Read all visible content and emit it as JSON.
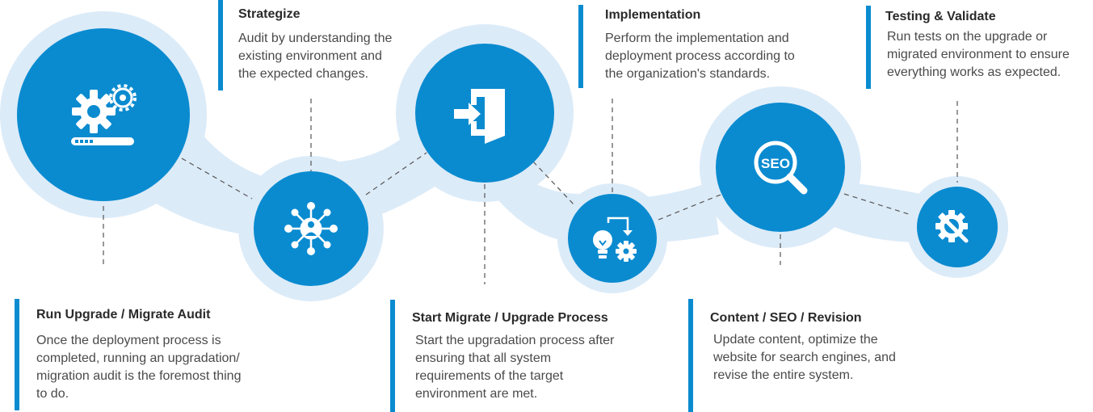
{
  "colors": {
    "primary": "#0a8bd0",
    "halo": "#dcebf8",
    "connector": "#555555",
    "title_text": "#2a2a2a",
    "body_text": "#4a4a4a"
  },
  "steps": [
    {
      "title": "Run Upgrade / Migrate Audit",
      "description": "Once the deployment process is\ncompleted, running an upgradation/\nmigration audit is the foremost thing\nto do.",
      "icon": "gears-progress-icon"
    },
    {
      "title": "Strategize",
      "description": "Audit by understanding the\nexisting environment and\nthe expected changes.",
      "icon": "network-person-icon"
    },
    {
      "title": "Start Migrate / Upgrade Process",
      "description": "Start the upgradation process after\nensuring that all system\nrequirements of the target\nenvironment are met.",
      "icon": "door-enter-icon"
    },
    {
      "title": "Implementation",
      "description": "Perform the implementation and\ndeployment process according to\nthe organization's standards.",
      "icon": "bulb-gear-icon"
    },
    {
      "title": "Content / SEO / Revision",
      "description": "Update content, optimize the\nwebsite for search engines, and\nrevise the entire system.",
      "icon": "seo-magnifier-icon",
      "icon_text": "SEO"
    },
    {
      "title": "Testing & Validate",
      "description": "Run tests on the upgrade or\nmigrated environment to ensure\neverything works as expected.",
      "icon": "gear-wrench-icon"
    }
  ]
}
